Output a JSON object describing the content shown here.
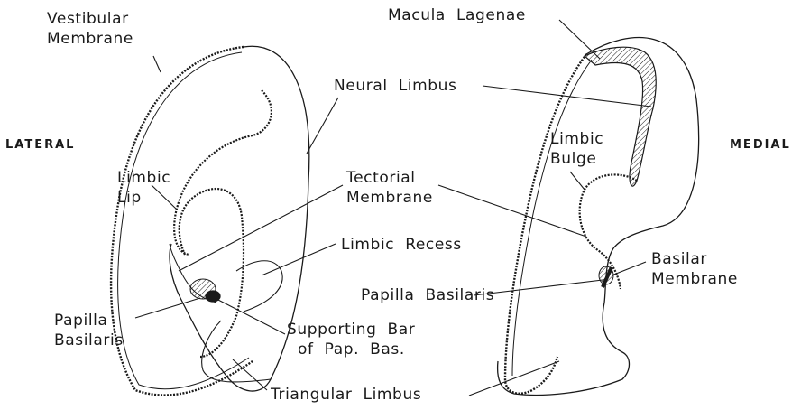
{
  "orientation": {
    "lateral": "LATERAL",
    "medial": "MEDIAL"
  },
  "labels": {
    "vestibular_membrane": "Vestibular\nMembrane",
    "macula_lagenae": "Macula  Lagenae",
    "neural_limbus": "Neural  Limbus",
    "limbic_lip": "Limbic\nLip",
    "limbic_bulge": "Limbic\nBulge",
    "tectorial_membrane": "Tectorial\nMembrane",
    "limbic_recess": "Limbic  Recess",
    "basilar_membrane": "Basilar\nMembrane",
    "papilla_basilaris_left": "Papilla\nBasilaris",
    "papilla_basilaris_right": "Papilla  Basilaris",
    "supporting_bar": "Supporting  Bar\n  of  Pap.  Bas.",
    "triangular_limbus": "Triangular  Limbus"
  },
  "colors": {
    "ink": "#1a1a1a",
    "background": "#ffffff"
  }
}
